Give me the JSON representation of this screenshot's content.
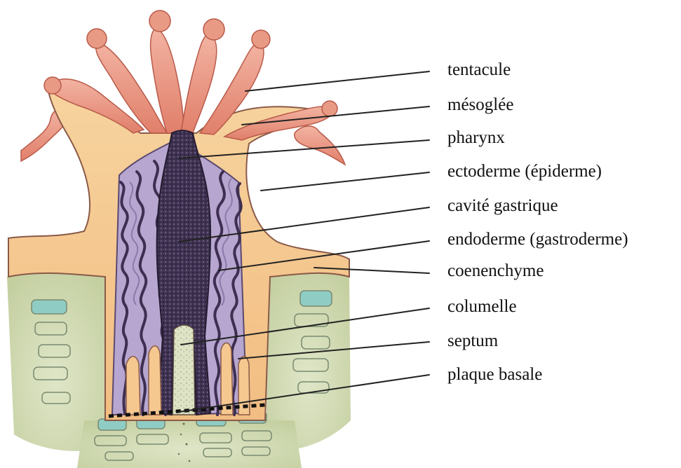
{
  "labels": {
    "tentacule": "tentacule",
    "mesoglee": "mésoglée",
    "pharynx": "pharynx",
    "ectoderme": "ectoderme (épiderme)",
    "cavite_gastrique": "cavité gastrique",
    "endoderme": "endoderme (gastroderme)",
    "coenenchyme": "coenenchyme",
    "columelle": "columelle",
    "septum": "septum",
    "plaque_basale": "plaque basale"
  },
  "colors": {
    "tentacle": "#e8907a",
    "tentacle_edge": "#b85a4a",
    "mesoglea": "#f5c890",
    "ectoderm_outline": "#8a5a48",
    "cavity": "#4a3a58",
    "endoderm": "#6a5a88",
    "substrate": "#c8d4a8",
    "skeleton_blocks": "#88c8c0",
    "leader_line": "#222222"
  }
}
